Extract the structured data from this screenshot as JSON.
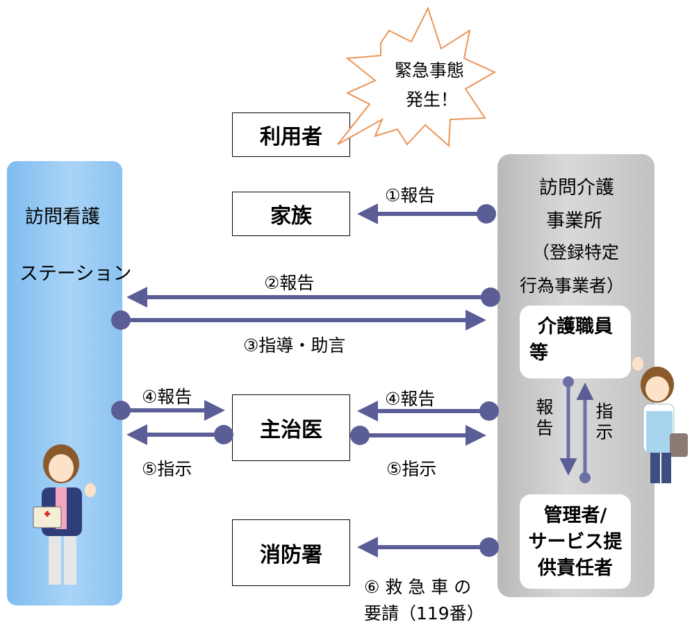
{
  "speech_bubble": {
    "line1": "緊急事態",
    "line2": "発生！"
  },
  "boxes": {
    "user": "利用者",
    "family": "家族",
    "doctor": "主治医",
    "fire_station": "消防署"
  },
  "left_column": {
    "line1": "訪問看護",
    "line2": "ステーション"
  },
  "right_column": {
    "line1": "訪問介護",
    "line2": "事業所",
    "line3": "（登録特定",
    "line4": "行為事業者）",
    "staff_box": {
      "line1": "介護職員",
      "line2": "等"
    },
    "manager_box": {
      "line1": "管理者/",
      "line2": "サービス提",
      "line3": "供責任者"
    },
    "report_vertical": [
      "報",
      "告"
    ],
    "instruct_vertical": [
      "指",
      "示"
    ]
  },
  "labels": {
    "report_1": "①報告",
    "report_2": "②報告",
    "guidance_3": "③指導・助言",
    "report_4_left": "④報告",
    "report_4_right": "④報告",
    "instruct_5_left": "⑤指示",
    "instruct_5_right": "⑤指示",
    "ambulance_6_line1": "⑥ 救 急 車 の",
    "ambulance_6_line2": "要請（119番）"
  },
  "colors": {
    "arrow": "#5b5e96",
    "left_column": "#9ccdf5",
    "right_column": "#c8c8c8"
  }
}
